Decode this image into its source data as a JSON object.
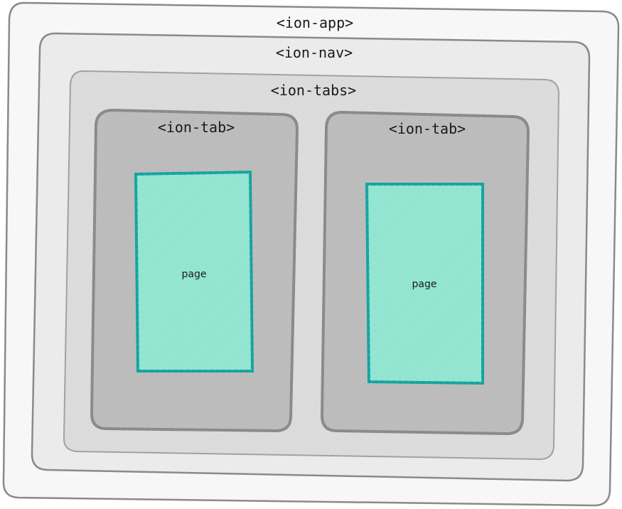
{
  "diagram": {
    "app_label": "<ion-app>",
    "nav_label": "<ion-nav>",
    "tabs_label": "<ion-tabs>",
    "tabs": [
      {
        "label": "<ion-tab>",
        "page_label": "page"
      },
      {
        "label": "<ion-tab>",
        "page_label": "page"
      }
    ]
  },
  "colors": {
    "app_fill": "#f7f7f7",
    "nav_fill": "#ebebeb",
    "tabs_fill": "#dcdcdc",
    "tab_fill": "#bdbdbd",
    "outline": "#8a8a8a",
    "page_fill": "#94e6d2",
    "page_stroke": "#15a3a0"
  }
}
